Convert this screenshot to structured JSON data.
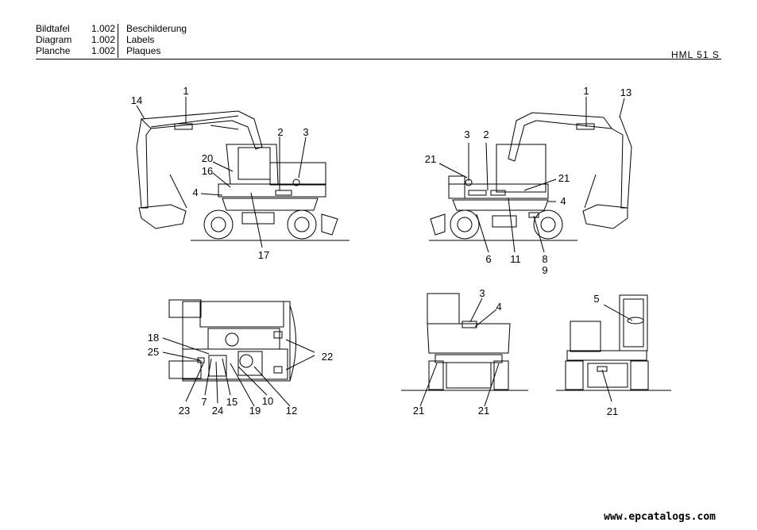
{
  "header": {
    "rows": [
      {
        "label": "Bildtafel",
        "number": "1.002",
        "title": "Beschilderung"
      },
      {
        "label": "Diagram",
        "number": "1.002",
        "title": "Labels"
      },
      {
        "label": "Planche",
        "number": "1.002",
        "title": "Plaques"
      }
    ],
    "model": "HML 51 S"
  },
  "callouts": {
    "side_left": [
      "1",
      "14",
      "2",
      "3",
      "20",
      "16",
      "4",
      "17"
    ],
    "side_right": [
      "1",
      "13",
      "3",
      "2",
      "21",
      "21",
      "4",
      "6",
      "11",
      "8",
      "9"
    ],
    "top": [
      "18",
      "25",
      "22",
      "23",
      "7",
      "24",
      "15",
      "19",
      "10",
      "12"
    ],
    "rear": [
      "3",
      "4",
      "21",
      "21"
    ],
    "front": [
      "5",
      "21"
    ]
  },
  "watermark": "www.epcatalogs.com"
}
